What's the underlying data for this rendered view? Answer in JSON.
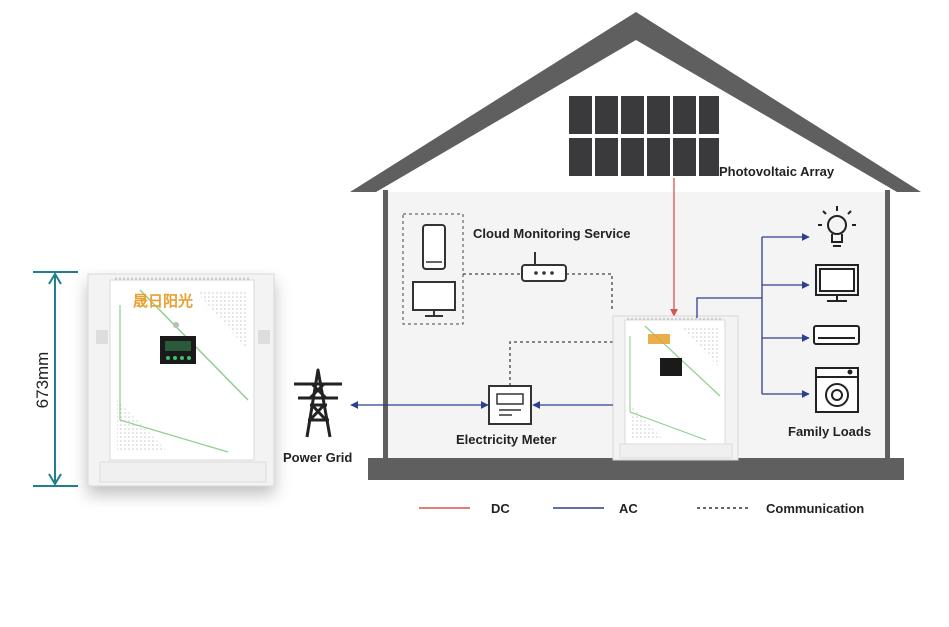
{
  "dimension": {
    "label": "673mm",
    "color": "#1f7f8c"
  },
  "labels": {
    "photovoltaic_array": "Photovoltaic Array",
    "cloud_monitoring": "Cloud Monitoring Service",
    "electricity_meter": "Electricity Meter",
    "power_grid": "Power Grid",
    "family_loads": "Family Loads"
  },
  "legend": {
    "dc": {
      "label": "DC",
      "color": "#d9534f"
    },
    "ac": {
      "label": "AC",
      "color": "#2f3f8f"
    },
    "communication": {
      "label": "Communication",
      "color": "#333333"
    }
  },
  "brand": {
    "logo_text": "晟日阳光",
    "logo_color": "#e8a030",
    "accent_color": "#8dd08d"
  },
  "colors": {
    "house": "#5f5f5f",
    "wall_fill": "#f4f4f4",
    "panel": "#3a3a3c"
  },
  "icons": [
    "mobile-phone-icon",
    "desktop-monitor-icon",
    "router-icon",
    "power-tower-icon",
    "electricity-meter-icon",
    "light-bulb-icon",
    "tv-icon",
    "air-conditioner-icon",
    "washing-machine-icon"
  ]
}
